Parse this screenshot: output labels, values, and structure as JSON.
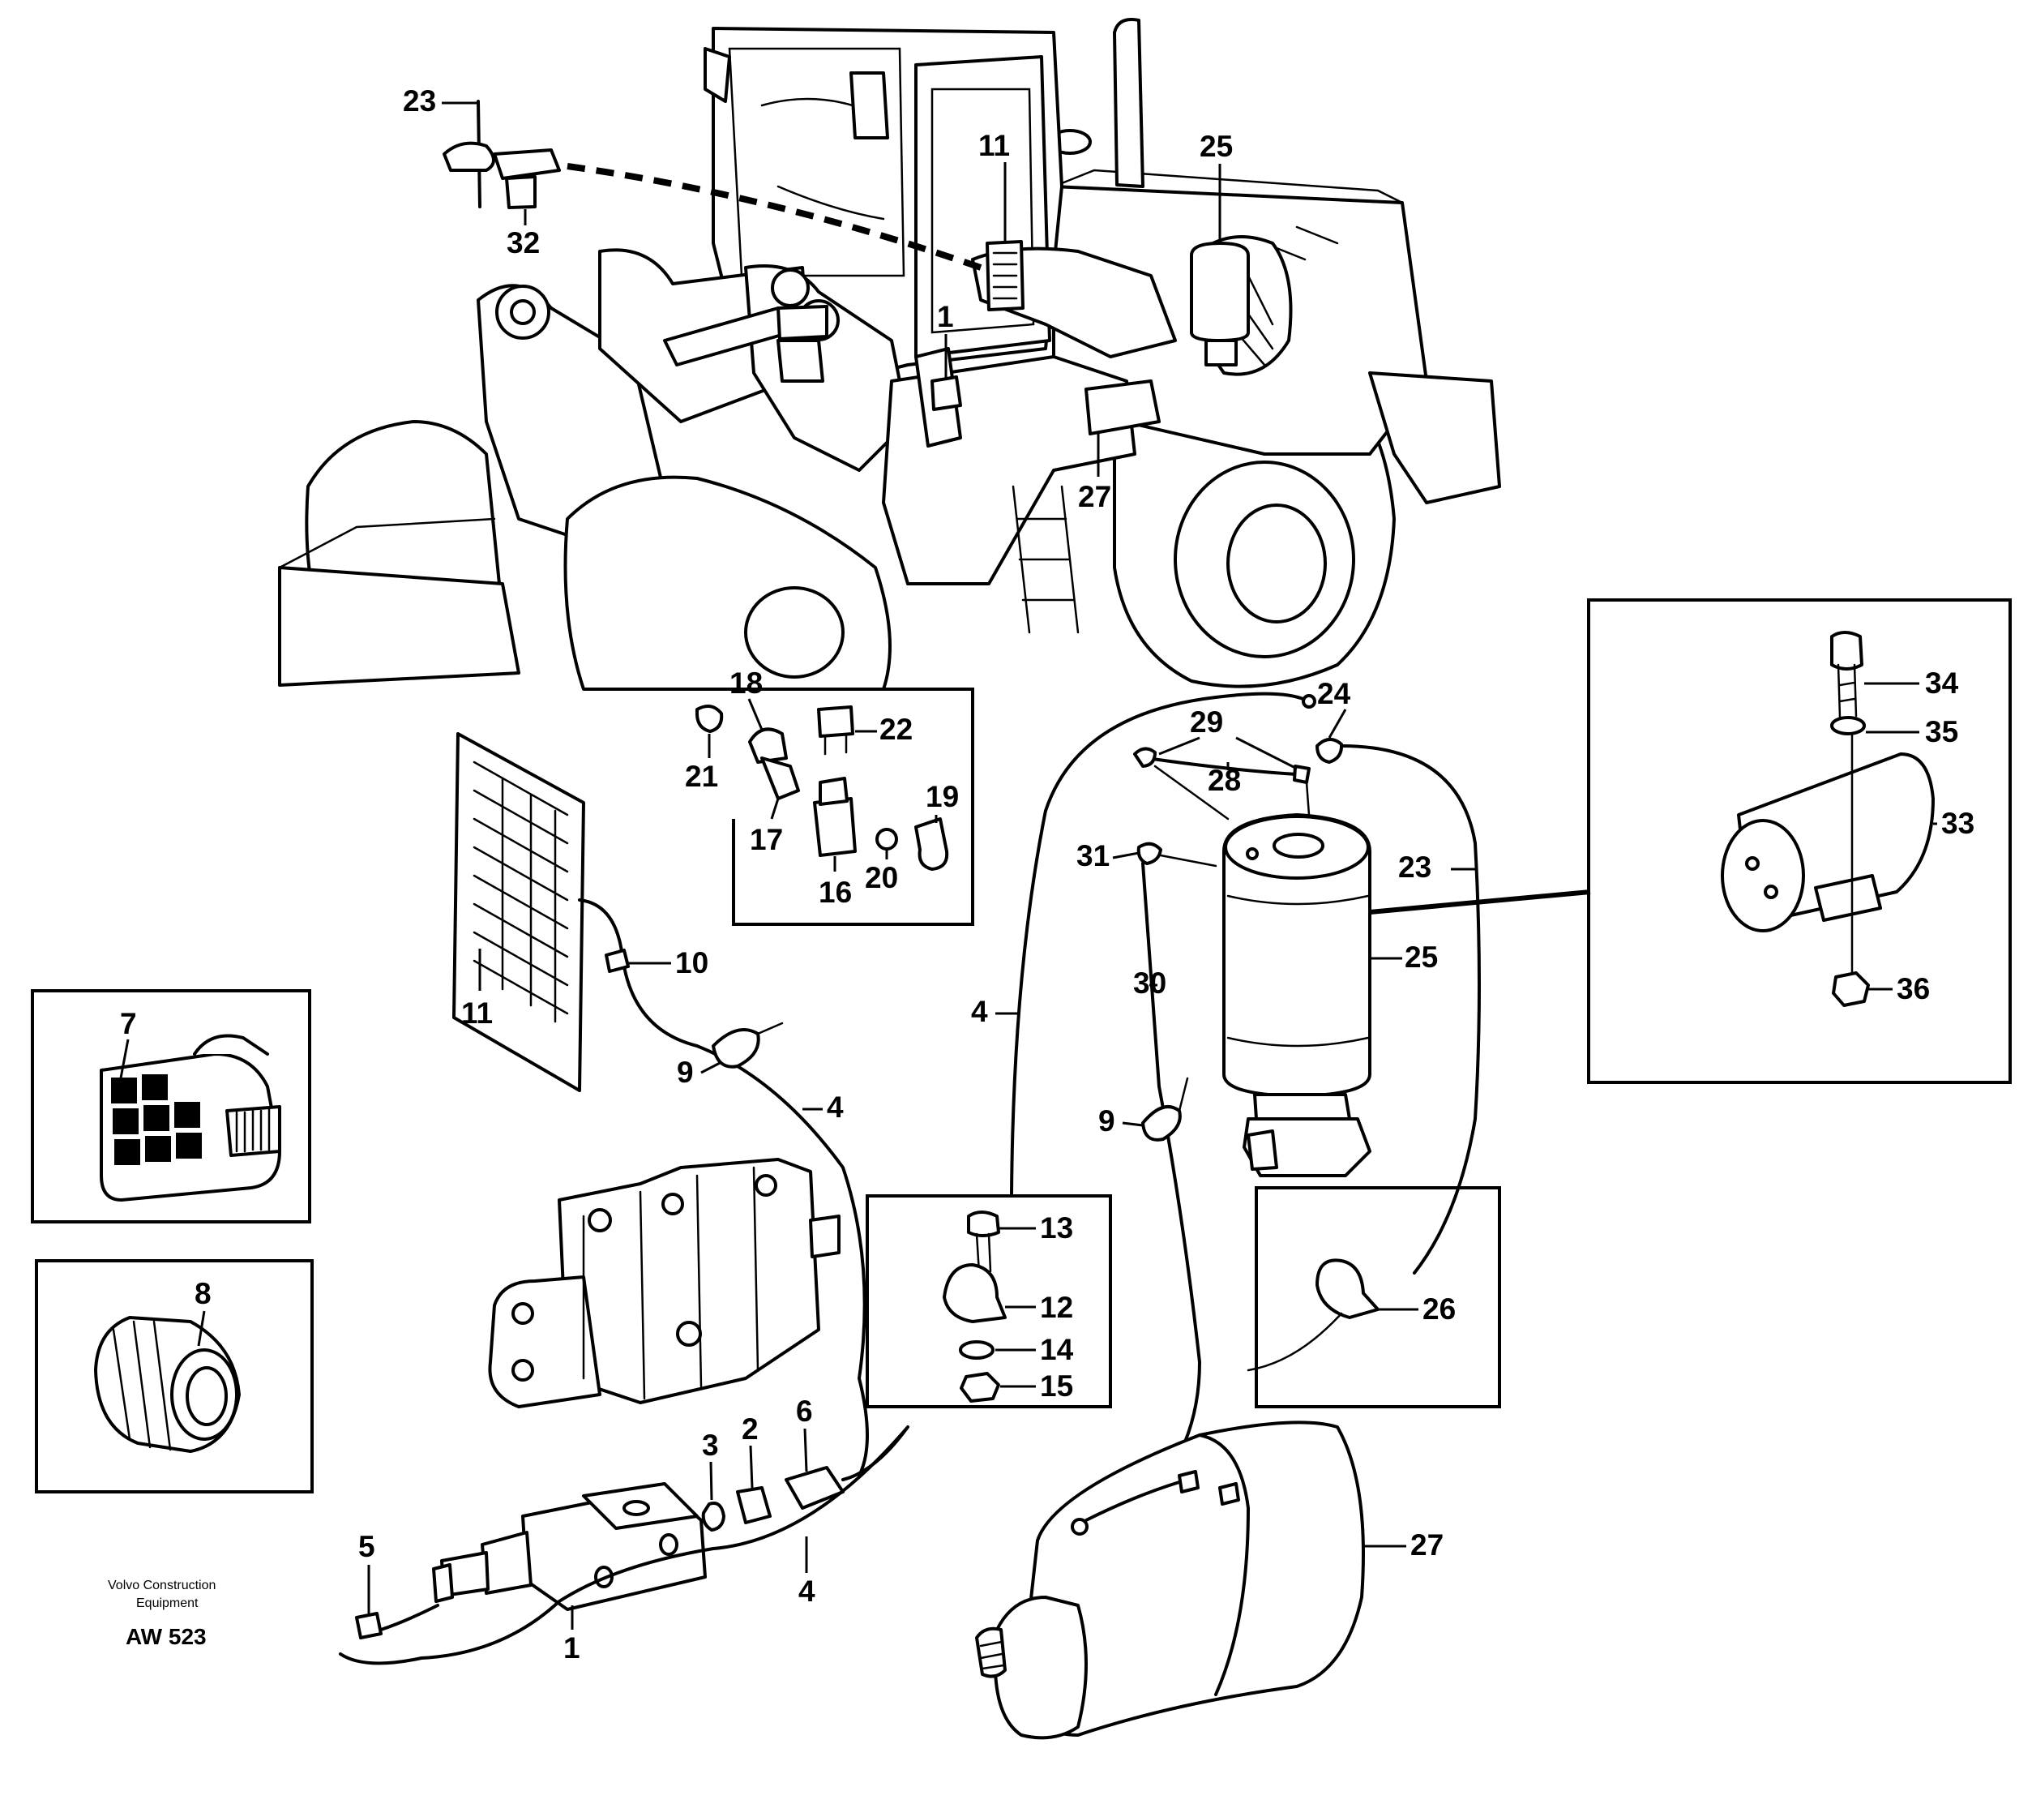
{
  "callouts": {
    "c1a": "1",
    "c1b": "1",
    "c2": "2",
    "c3": "3",
    "c4a": "4",
    "c4b": "4",
    "c4c": "4",
    "c5": "5",
    "c6": "6",
    "c7": "7",
    "c8": "8",
    "c9a": "9",
    "c9b": "9",
    "c10": "10",
    "c11a": "11",
    "c11b": "11",
    "c12": "12",
    "c13": "13",
    "c14": "14",
    "c15": "15",
    "c16": "16",
    "c17": "17",
    "c18": "18",
    "c19": "19",
    "c20": "20",
    "c21": "21",
    "c22": "22",
    "c23a": "23",
    "c23b": "23",
    "c24": "24",
    "c25a": "25",
    "c25b": "25",
    "c26": "26",
    "c27a": "27",
    "c27b": "27",
    "c28": "28",
    "c29": "29",
    "c30": "30",
    "c31": "31",
    "c32": "32",
    "c33": "33",
    "c34": "34",
    "c35": "35",
    "c36": "36"
  },
  "caption": {
    "line1": "Volvo Construction",
    "line2": "Equipment",
    "code": "AW 523"
  }
}
